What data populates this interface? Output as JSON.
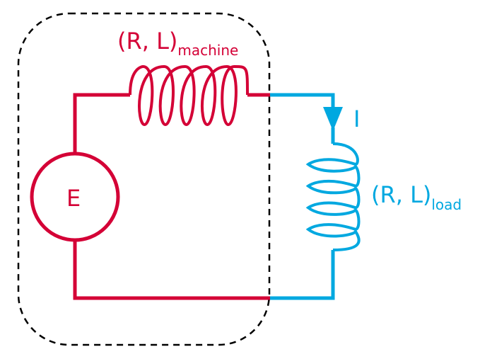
{
  "colors": {
    "machine": "#d40036",
    "load": "#00a8e0",
    "boundary": "#000000",
    "background": "#ffffff"
  },
  "machine": {
    "label_main": "(R, L)",
    "label_sub": "machine",
    "source_label": "E",
    "coil_turns": 5
  },
  "load": {
    "label_main": "(R, L)",
    "label_sub": "load",
    "current_label": "I",
    "coil_turns": 4
  }
}
